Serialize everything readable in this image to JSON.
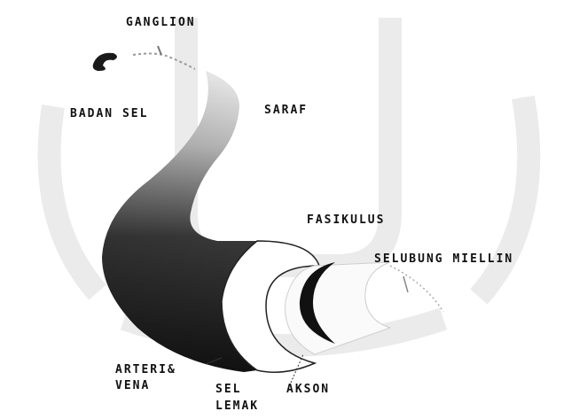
{
  "labels": {
    "ganglion": "GANGLION",
    "badan_sel": "BADAN SEL",
    "saraf": "SARAF",
    "fasikulus": "FASIKULUS",
    "selubung_mielin": "SELUBUNG MIELLIN",
    "arteri_vena_line1": "ARTERI&",
    "arteri_vena_line2": "VENA",
    "sel_lemak_line1": "SEL",
    "sel_lemak_line2": "LEMAK",
    "akson": "AKSON"
  },
  "colors": {
    "ink": "#111111",
    "nerve_dark": "#1a1a1a",
    "nerve_light": "#e8e8e8",
    "watermark": "#ebebeb"
  }
}
